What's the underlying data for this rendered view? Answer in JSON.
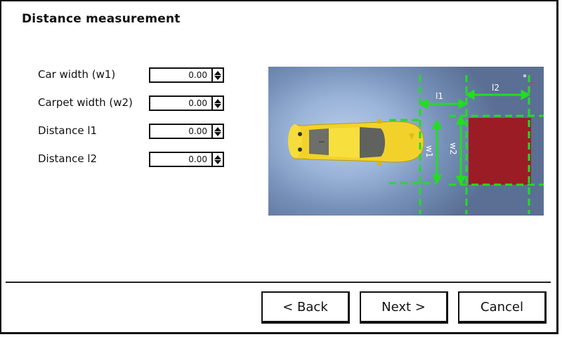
{
  "window": {
    "title": "Distance measurement"
  },
  "form": {
    "fields": [
      {
        "label": "Car width (w1)",
        "value": "0.00"
      },
      {
        "label": "Carpet width (w2)",
        "value": "0.00"
      },
      {
        "label": "Distance l1",
        "value": "0.00"
      },
      {
        "label": "Distance l2",
        "value": "0.00"
      }
    ]
  },
  "diagram": {
    "labels": {
      "l1": "l1",
      "l2": "l2",
      "w1": "w1",
      "w2": "w2"
    },
    "colors": {
      "guide": "#22dd22",
      "carpet": "#9b1c25",
      "car": "#f2d22a",
      "background": "#7590b8"
    }
  },
  "footer": {
    "back_label": "< Back",
    "next_label": "Next >",
    "cancel_label": "Cancel"
  }
}
